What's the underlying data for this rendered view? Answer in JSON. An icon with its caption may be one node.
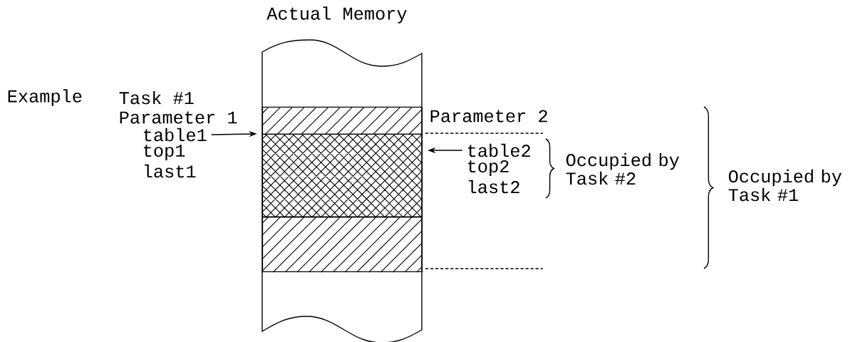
{
  "diagram": {
    "nodes": [
      {
        "text": [
          "Actual Memory"
        ]
      },
      {
        "text": [],
        "shape": "bar",
        "in": 0
      },
      {
        "text": [],
        "shape": "bar",
        "in": 0
      },
      {
        "text": [],
        "shape": "bar",
        "in": 0
      },
      {
        "text": [
          "table1"
        ]
      },
      {
        "text": [
          "table2"
        ]
      }
    ],
    "edges": [
      {
        "from": 4,
        "to": 2,
        "arrow": "to"
      },
      {
        "from": 5,
        "to": 2,
        "arrow": "to"
      }
    ],
    "labels": [
      "Example",
      "Task #1",
      "Parameter 1",
      "top1",
      "last1",
      "Parameter 2",
      "top2",
      "last2",
      "Occupied by Task #2",
      "Occupied by Task #1"
    ]
  }
}
